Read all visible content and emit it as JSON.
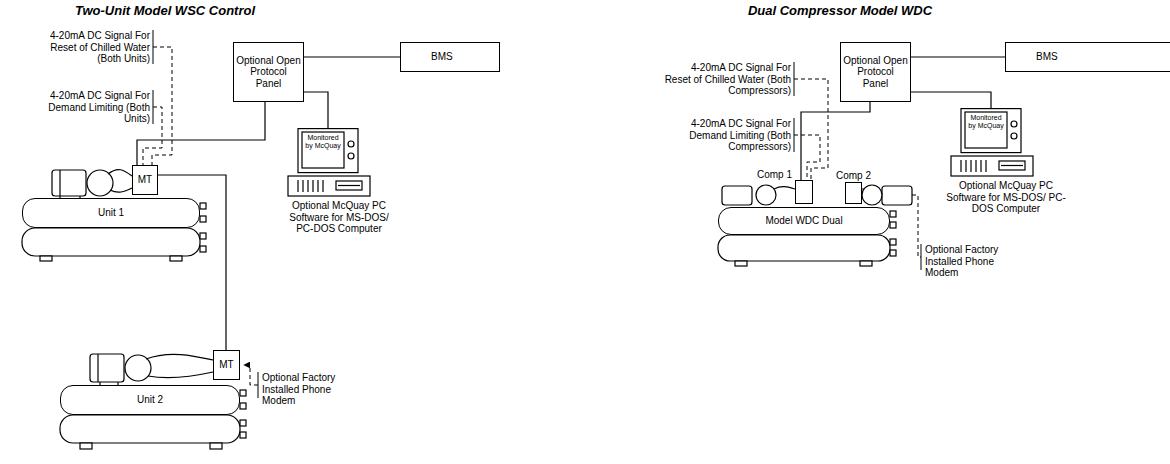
{
  "diagram": {
    "nodes": [
      {
        "text": [
          "Optional Open Protocol Panel"
        ]
      },
      {
        "text": [
          "BMS"
        ]
      },
      {
        "text": [
          "Monitored by McQuay",
          "Optional McQuay PC Software for MS-DOS/ PC-DOS Computer"
        ]
      },
      {
        "text": [
          "MT"
        ]
      },
      {
        "text": [
          "Unit 1"
        ]
      },
      {
        "text": [
          "MT"
        ]
      },
      {
        "text": [
          "Unit 2"
        ]
      },
      {
        "text": [
          "Optional Open Protocol Panel"
        ]
      },
      {
        "text": [
          "BMS"
        ]
      },
      {
        "text": [
          "Monitored by McQuay",
          "Optional McQuay PC Software for MS-DOS/ PC-DOS Computer"
        ]
      },
      {
        "text": [
          "Comp 1"
        ]
      },
      {
        "text": [
          "Comp 2"
        ]
      },
      {
        "text": [
          "Model WDC Dual"
        ]
      }
    ],
    "edges": [
      {
        "from": 0,
        "to": 1,
        "arrow": "none"
      },
      {
        "from": 0,
        "to": 2,
        "arrow": "none"
      },
      {
        "from": 0,
        "to": 3,
        "arrow": "none"
      },
      {
        "from": 3,
        "to": 5,
        "arrow": "none"
      },
      {
        "from": 7,
        "to": 8,
        "arrow": "none"
      },
      {
        "from": 7,
        "to": 9,
        "arrow": "none"
      },
      {
        "from": 7,
        "to": 10,
        "arrow": "none"
      }
    ],
    "labels": [
      "Two-Unit Model WSC Control",
      "Dual Compressor Model WDC",
      "4-20mA DC Signal For Reset of Chilled Water (Both Units)",
      "4-20mA DC Signal For Demand Limiting (Both Units)",
      "Optional Factory Installed Phone Modem",
      "4-20mA DC Signal For Reset of Chilled Water (Both Compressors)",
      "4-20mA DC Signal For Demand Limiting (Both Compressors)",
      "Optional Factory Installed Phone Modem"
    ]
  }
}
